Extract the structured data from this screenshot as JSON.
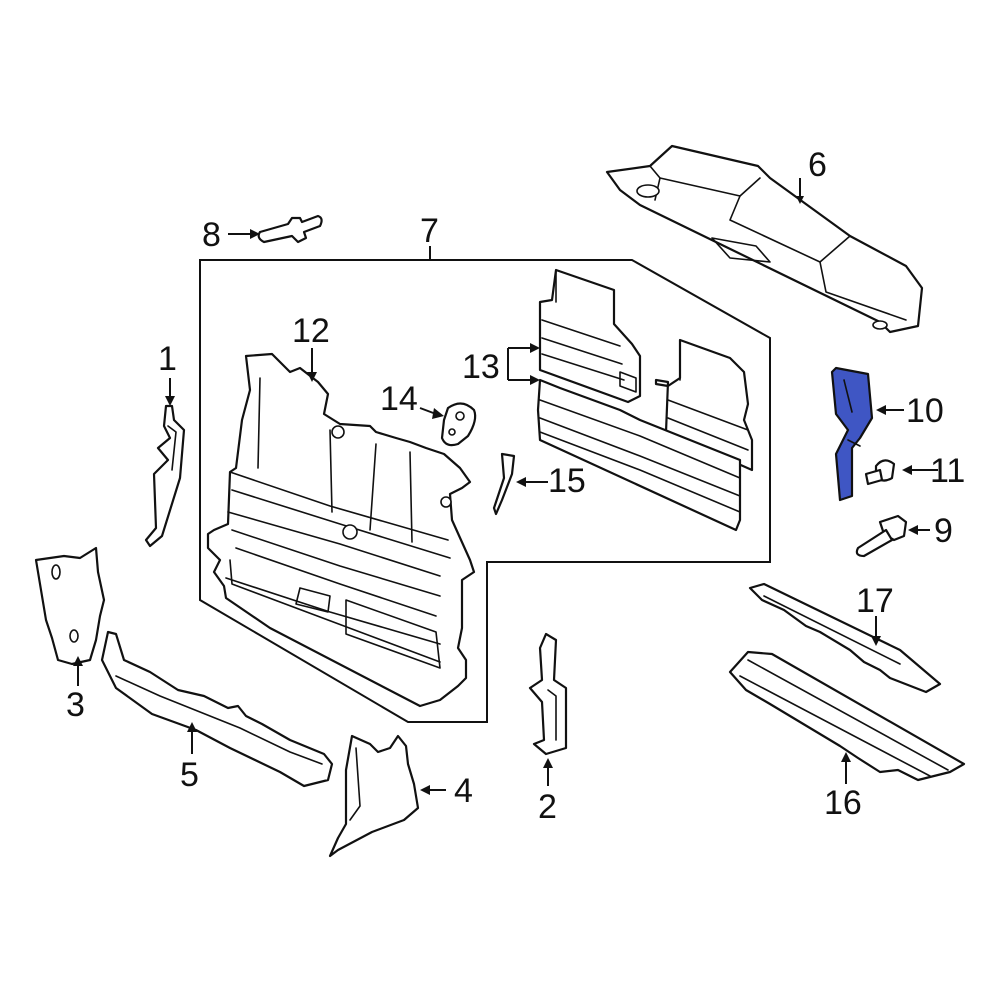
{
  "diagram": {
    "highlight_color": "#3f56c4",
    "highlighted_part": "10",
    "callouts": [
      "1",
      "2",
      "3",
      "4",
      "5",
      "6",
      "7",
      "8",
      "9",
      "10",
      "11",
      "12",
      "13",
      "14",
      "15",
      "16",
      "17"
    ]
  }
}
